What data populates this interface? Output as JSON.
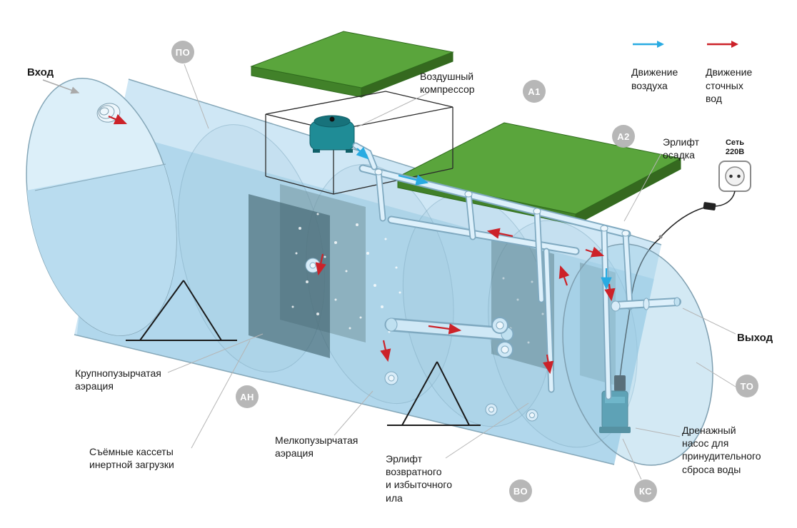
{
  "legend": {
    "air_label": "Движение\nвоздуха",
    "water_label": "Движение\nсточных\nвод",
    "air_color": "#29abe2",
    "water_color": "#cc2229"
  },
  "labels": {
    "inlet": "Вход",
    "outlet": "Выход",
    "compressor": "Воздушный\nкомпрессор",
    "sludge_airlift": "Эрлифт\nосадка",
    "power": "Сеть\n220В",
    "coarse_aeration": "Крупнопузырчатая\nаэрация",
    "cassettes": "Съёмные кассеты\nинертной загрузки",
    "fine_aeration": "Мелкопузырчатая\nаэрация",
    "return_airlift": "Эрлифт\nвозвратного\nи избыточного\nила",
    "drain_pump": "Дренажный\nнасос для\nпринудительного\nсброса воды"
  },
  "badges": {
    "po": "ПО",
    "a1": "А1",
    "a2": "А2",
    "an": "АН",
    "to": "ТО",
    "vo": "ВО",
    "ks": "КС"
  },
  "colors": {
    "air_arrow": "#29abe2",
    "water_arrow": "#cc2229",
    "lid_green": "#5aa53c",
    "tank_blue": "#cfe7f5",
    "water_blue": "#a9d3ea",
    "badge_gray": "#b7b7b7",
    "compressor_teal": "#1f8c96"
  }
}
